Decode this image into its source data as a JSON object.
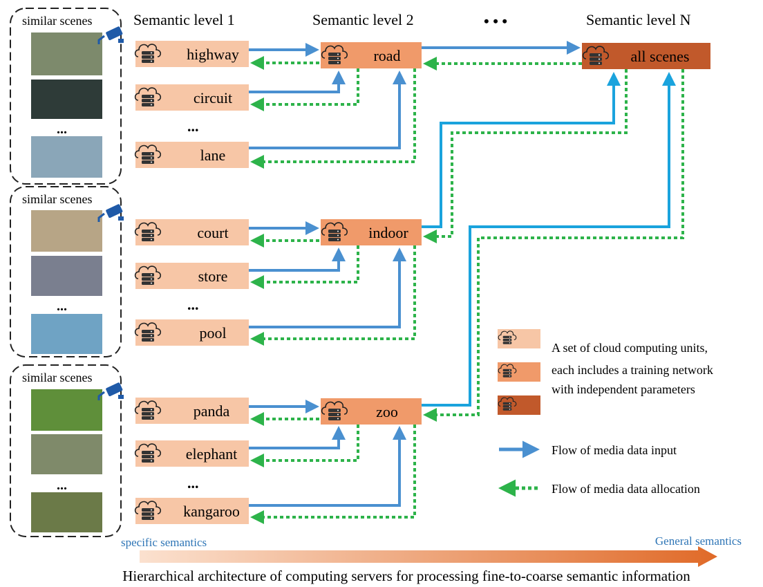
{
  "headers": {
    "level1": "Semantic level 1",
    "level2": "Semantic level 2",
    "levelN": "Semantic level N",
    "ellipsis": "• • •"
  },
  "scene_groups": [
    {
      "label": "similar scenes",
      "ellipsis": "...",
      "level1": [
        "highway",
        "circuit",
        "lane"
      ],
      "level1_ellipsis": "...",
      "level2": "road"
    },
    {
      "label": "similar scenes",
      "ellipsis": "...",
      "level1": [
        "court",
        "store",
        "pool"
      ],
      "level1_ellipsis": "...",
      "level2": "indoor"
    },
    {
      "label": "similar scenes",
      "ellipsis": "...",
      "level1": [
        "panda",
        "elephant",
        "kangaroo"
      ],
      "level1_ellipsis": "...",
      "level2": "zoo"
    }
  ],
  "levelN_node": "all scenes",
  "legend": {
    "units_text": [
      "A set of cloud computing units,",
      "each includes a training network",
      "with independent parameters"
    ],
    "input_label": "Flow of media data input",
    "allocation_label": "Flow of media data allocation"
  },
  "axis": {
    "left_label": "specific semantics",
    "right_label": "General semantics"
  },
  "caption": "Hierarchical architecture of computing servers for processing fine-to-coarse semantic information",
  "colors": {
    "level1_fill": "#f7c6a6",
    "level2_fill": "#f09a6a",
    "levelN_fill": "#c1592b",
    "input_arrow": "#4a90d0",
    "input_arrow_cross": "#1aa3dd",
    "allocation_arrow": "#2db34a",
    "axis_text": "#2e75b6",
    "camera": "#1f5aa8"
  }
}
